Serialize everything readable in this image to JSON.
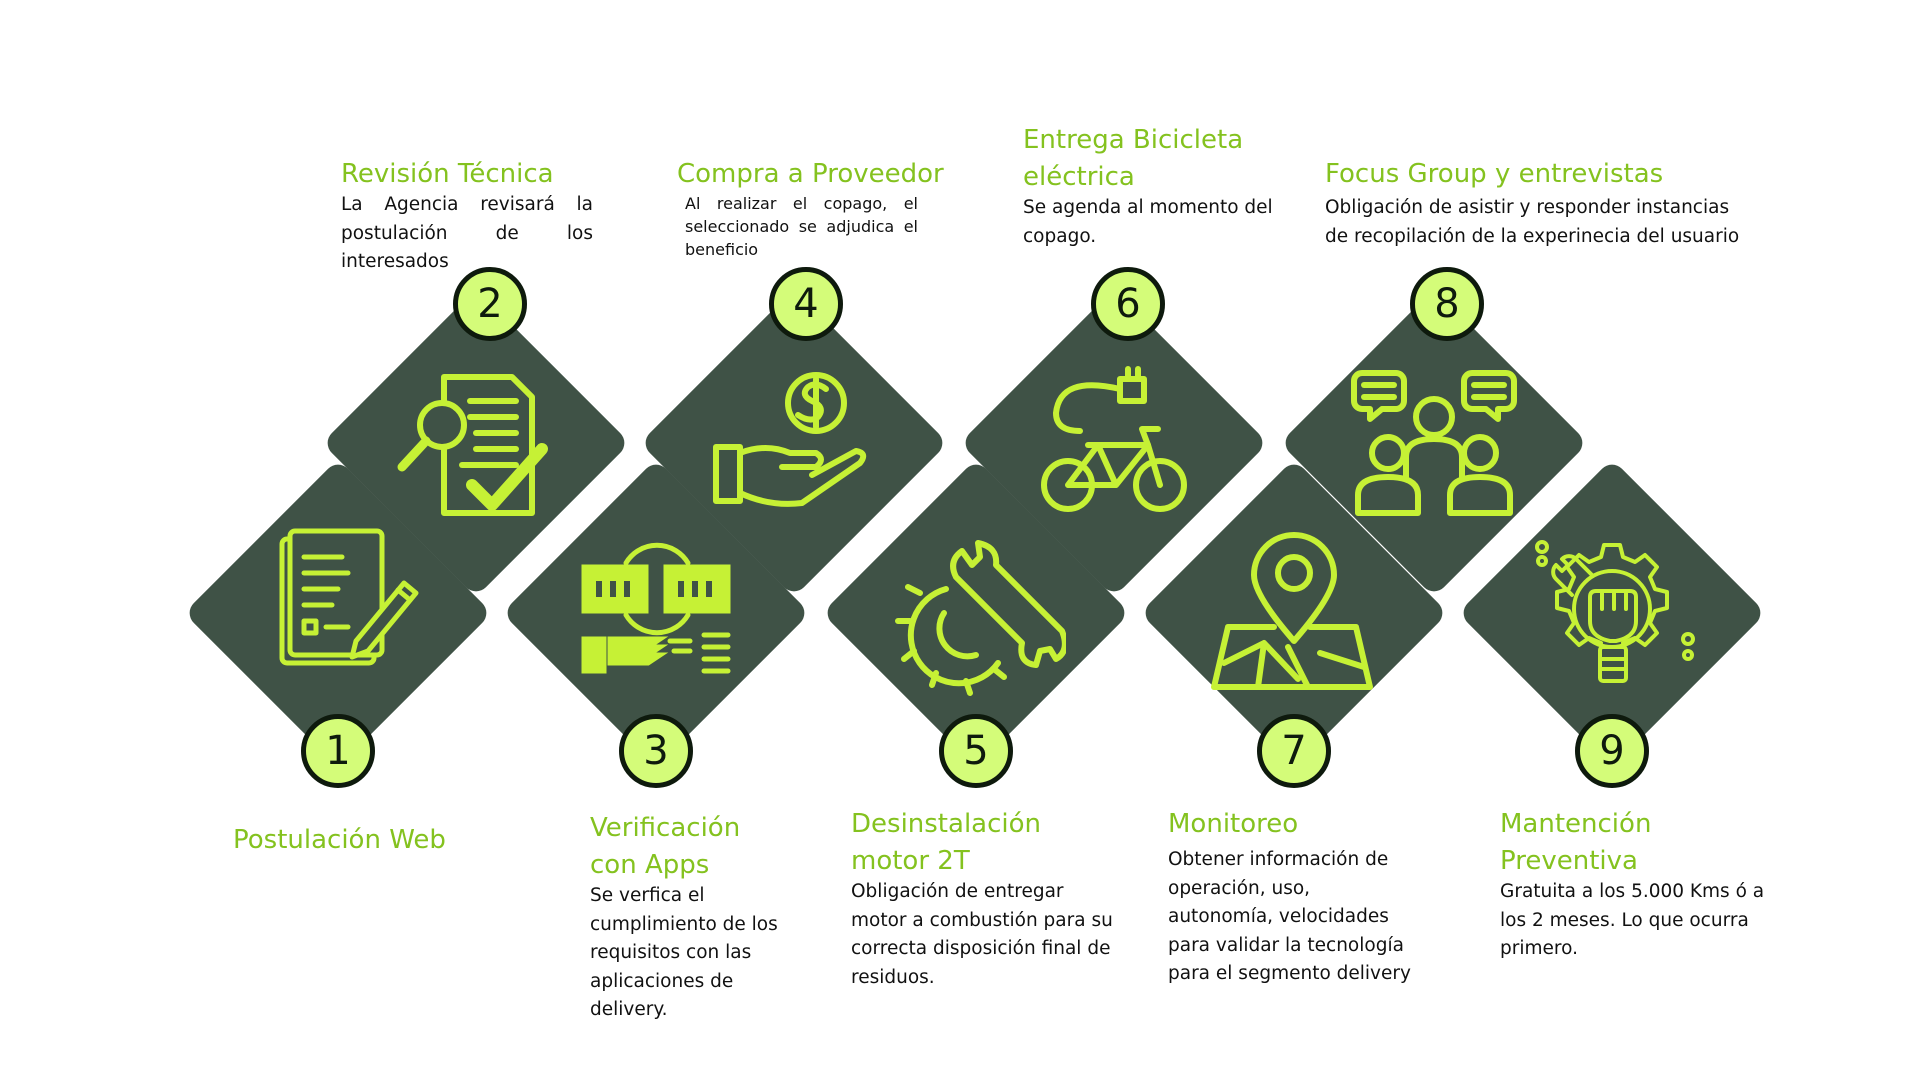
{
  "colors": {
    "tile": "#3f5246",
    "accent": "#c6f135",
    "badge_fill": "#d4fc79",
    "badge_border": "#0e1a0d",
    "title": "#84c21f",
    "text": "#111111"
  },
  "steps": [
    {
      "number": "1",
      "title": "Postulación Web",
      "description": "",
      "icon": "form-pencil-icon"
    },
    {
      "number": "2",
      "title": "Revisión Técnica",
      "description": "La Agencia revisará la postulación de los interesados",
      "icon": "document-check-icon"
    },
    {
      "number": "3",
      "title": "Verificación con Apps",
      "description": "Se verfica el cumplimiento de los requisitos con las aplicaciones de delivery.",
      "icon": "app-verification-icon"
    },
    {
      "number": "4",
      "title": "Compra a Proveedor",
      "description": "Al realizar el copago, el seleccionado se adjudica el beneficio",
      "icon": "hand-dollar-icon"
    },
    {
      "number": "5",
      "title": "Desinstalación motor 2T",
      "description": "Obligación de entregar motor a combustión para su correcta disposición final de residuos.",
      "icon": "wrench-gear-icon"
    },
    {
      "number": "6",
      "title": "Entrega Bicicleta eléctrica",
      "description": "Se agenda al momento del copago.",
      "icon": "electric-bike-icon"
    },
    {
      "number": "7",
      "title": "Monitoreo",
      "description": "Obtener información de operación, uso, autonomía, velocidades para validar la tecnología para el segmento delivery",
      "icon": "map-pin-icon"
    },
    {
      "number": "8",
      "title": "Focus Group y entrevistas",
      "description": "Obligación de asistir y responder instancias de recopilación de la experinecia del usuario",
      "icon": "group-chat-icon"
    },
    {
      "number": "9",
      "title": "Mantención Preventiva",
      "description": "Gratuita a los 5.000 Kms ó a los 2 meses. Lo que ocurra primero.",
      "icon": "maintenance-gear-icon"
    }
  ]
}
